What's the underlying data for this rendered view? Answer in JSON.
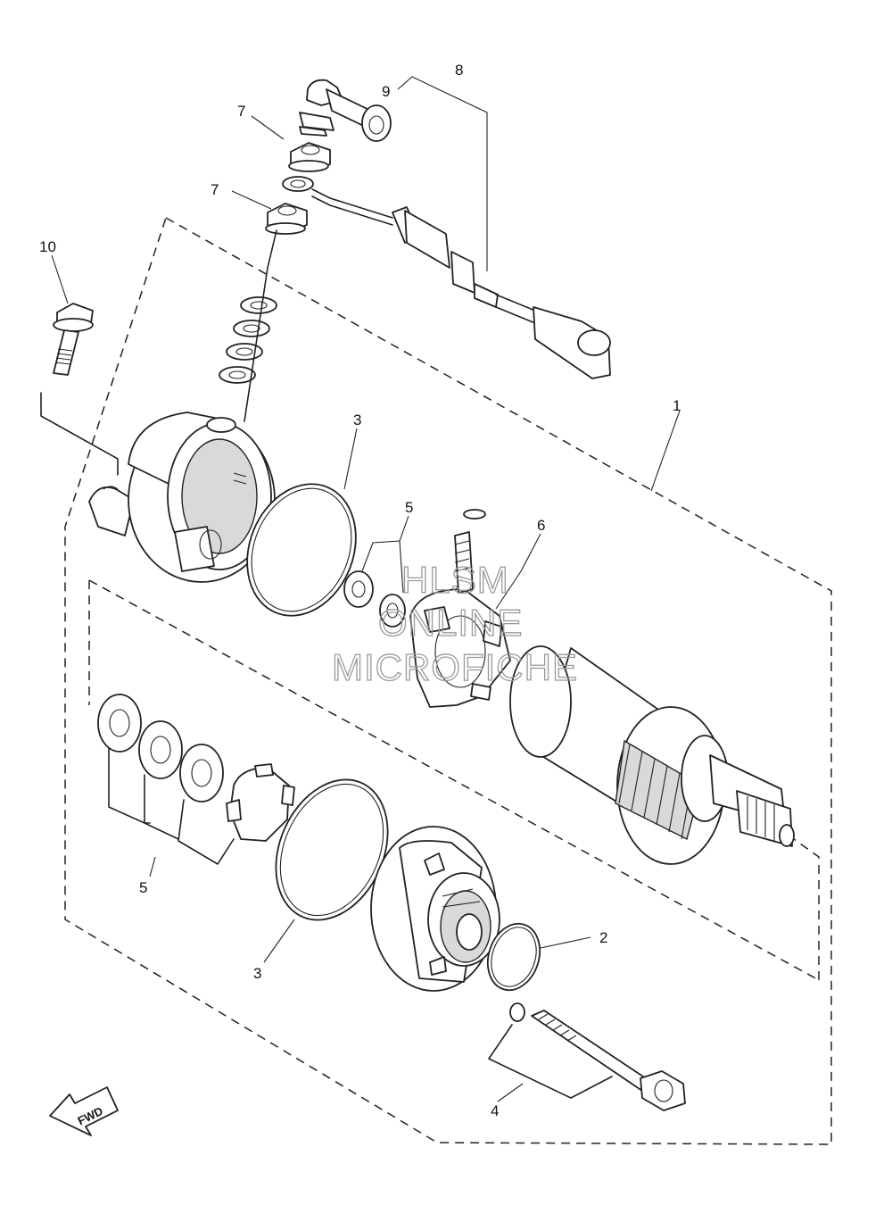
{
  "diagram": {
    "callouts": {
      "c1": "1",
      "c2": "2",
      "c3a": "3",
      "c3b": "3",
      "c4": "4",
      "c5a": "5",
      "c5b": "5",
      "c6": "6",
      "c7a": "7",
      "c7b": "7",
      "c8": "8",
      "c9": "9",
      "c10": "10"
    },
    "watermark": {
      "line1": "HLSM",
      "line2": "ONLINE",
      "line3": "MICROFICHE"
    },
    "direction_badge": "FWD"
  }
}
